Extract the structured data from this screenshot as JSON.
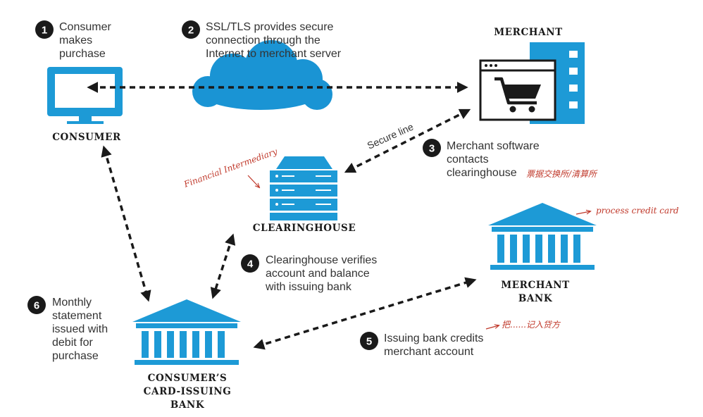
{
  "entities": {
    "consumer": "CONSUMER",
    "merchant": "MERCHANT",
    "clearinghouse": "CLEARINGHOUSE",
    "merchant_bank": [
      "MERCHANT",
      "BANK"
    ],
    "issuing_bank": [
      "CONSUMER’S",
      "CARD-ISSUING",
      "BANK"
    ]
  },
  "steps": [
    {
      "number": "1",
      "lines": [
        "Consumer",
        "makes",
        "purchase"
      ]
    },
    {
      "number": "2",
      "lines": [
        "SSL/TLS provides secure",
        "connection through the",
        "Internet to merchant server"
      ]
    },
    {
      "number": "3",
      "lines": [
        "Merchant software",
        "contacts",
        "clearinghouse"
      ]
    },
    {
      "number": "4",
      "lines": [
        "Clearinghouse verifies",
        "account and balance",
        "with issuing bank"
      ]
    },
    {
      "number": "5",
      "lines": [
        "Issuing bank credits",
        "merchant account"
      ]
    },
    {
      "number": "6",
      "lines": [
        "Monthly",
        "statement",
        "issued with",
        "debit for",
        "purchase"
      ]
    }
  ],
  "secure_line": "Secure line",
  "annotations": {
    "financial_intermediary": "Financial Intermediary",
    "clearinghouse_cn": "票据交换所/清算所",
    "process_credit_card": "process credit card",
    "credit_note": "把......记入贷方"
  },
  "colors": {
    "accent_blue": "#1d9ad6",
    "cloud_blue": "#1a94d4",
    "arrow": "#1a1a1a",
    "handwriting_red": "#c0392b"
  }
}
